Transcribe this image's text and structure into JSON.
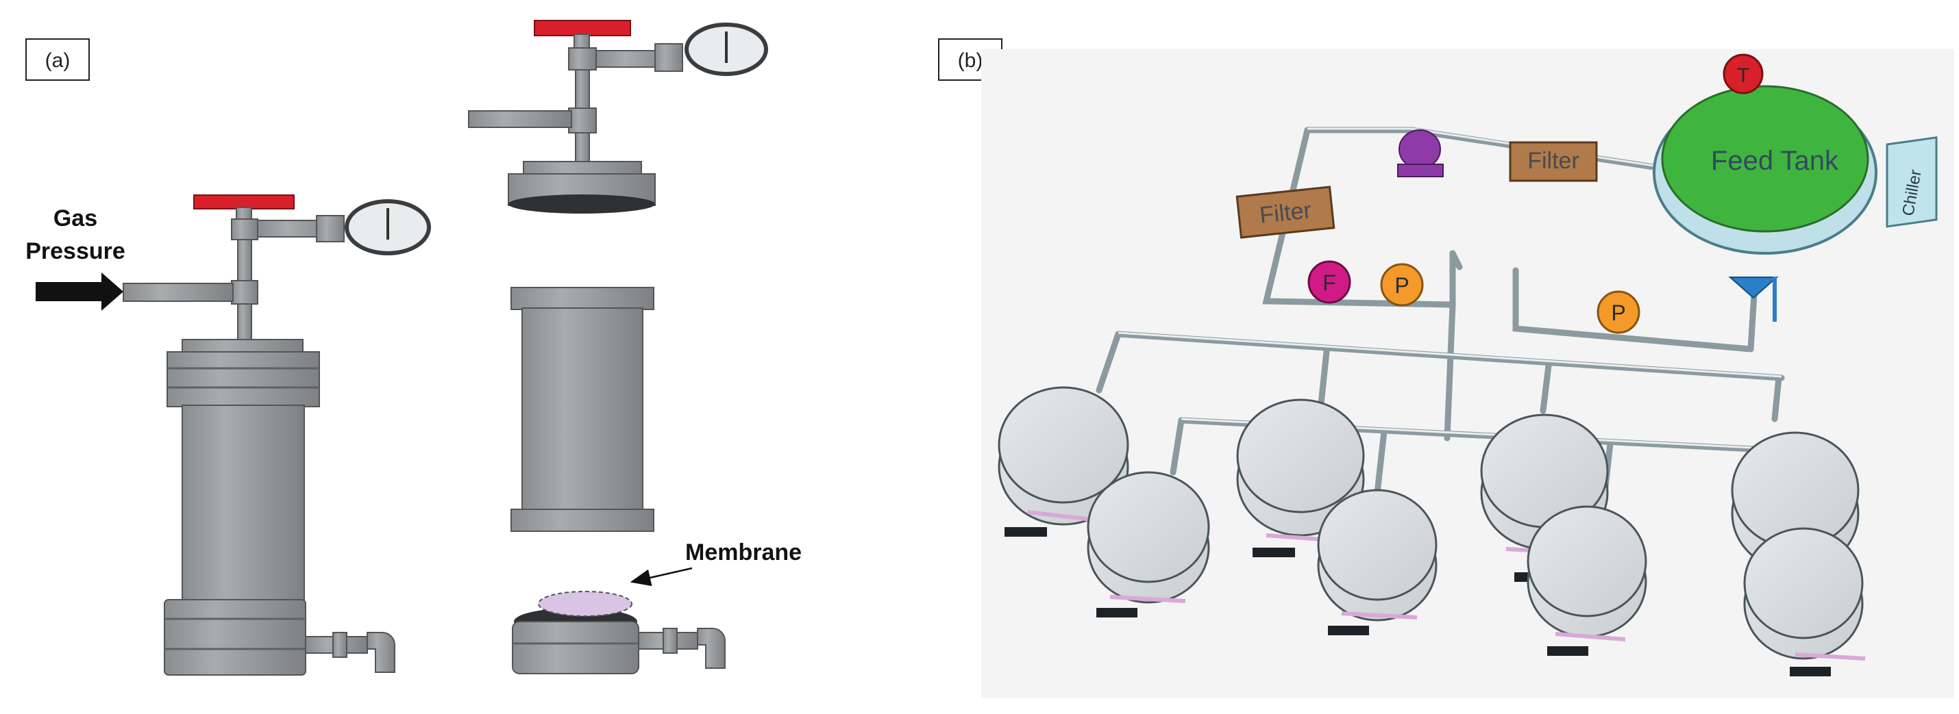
{
  "panel_a": {
    "label": "(a)",
    "gas_label_line1": "Gas",
    "gas_label_line2": "Pressure",
    "membrane_label": "Membrane"
  },
  "panel_b": {
    "label": "(b)",
    "feed_tank_label": "Feed Tank",
    "chiller_label": "Chiller",
    "filter_label_1": "Filter",
    "filter_label_2": "Filter",
    "temp_sensor_label": "T",
    "flow_meter_label": "F",
    "pressure_gauge_label_1": "P",
    "pressure_gauge_label_2": "P"
  },
  "colors": {
    "steel": "#9ea1a4",
    "steel_dark": "#6c6f72",
    "valve_red": "#d8202a",
    "membrane": "#d9c4e6",
    "tank_green": "#3fb53f",
    "tank_rim": "#bfe0e8",
    "filter_brown": "#b07a4a",
    "pump_purple": "#8e3ba8",
    "gauge_orange": "#f39a2a",
    "flow_magenta": "#d21a86",
    "valve_blue": "#2a7fc9",
    "cell_gray": "#d9dde0"
  }
}
